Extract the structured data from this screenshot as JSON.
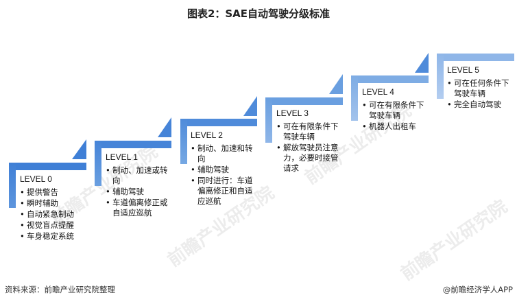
{
  "title": "图表2：SAE自动驾驶分级标准",
  "levels": [
    {
      "label": "LEVEL 0",
      "color": "#3f7fd6",
      "items": [
        "提供警告",
        "瞬时辅助",
        "自动紧急制动",
        "视觉盲点提醒",
        "车身稳定系统"
      ]
    },
    {
      "label": "LEVEL 1",
      "color": "#4684d8",
      "items": [
        "制动、加速或转向",
        "辅助驾驶",
        "车道偏离修正或自适应巡航"
      ]
    },
    {
      "label": "LEVEL 2",
      "color": "#4f8bda",
      "items": [
        "制动、加速和转向",
        "辅助驾驶",
        "同时进行：车道偏离修正和自适应巡航"
      ]
    },
    {
      "label": "LEVEL 3",
      "color": "#6a9fe0",
      "items": [
        "可在有限条件下驾驶车辆",
        "解放驾驶员注意力，必要时接管请求"
      ]
    },
    {
      "label": "LEVEL 4",
      "color": "#7eace4",
      "items": [
        "可在有限条件下驾驶车辆",
        "机器人出租车"
      ]
    },
    {
      "label": "LEVEL 5",
      "color": "#8fb6e8",
      "items": [
        "可在任何条件下驾驶车辆",
        "完全自动驾驶"
      ]
    }
  ],
  "footer": {
    "source": "资料来源：前瞻产业研究院整理",
    "credit": "@前瞻经济学人APP"
  },
  "watermark": "前瞻产业研究院"
}
